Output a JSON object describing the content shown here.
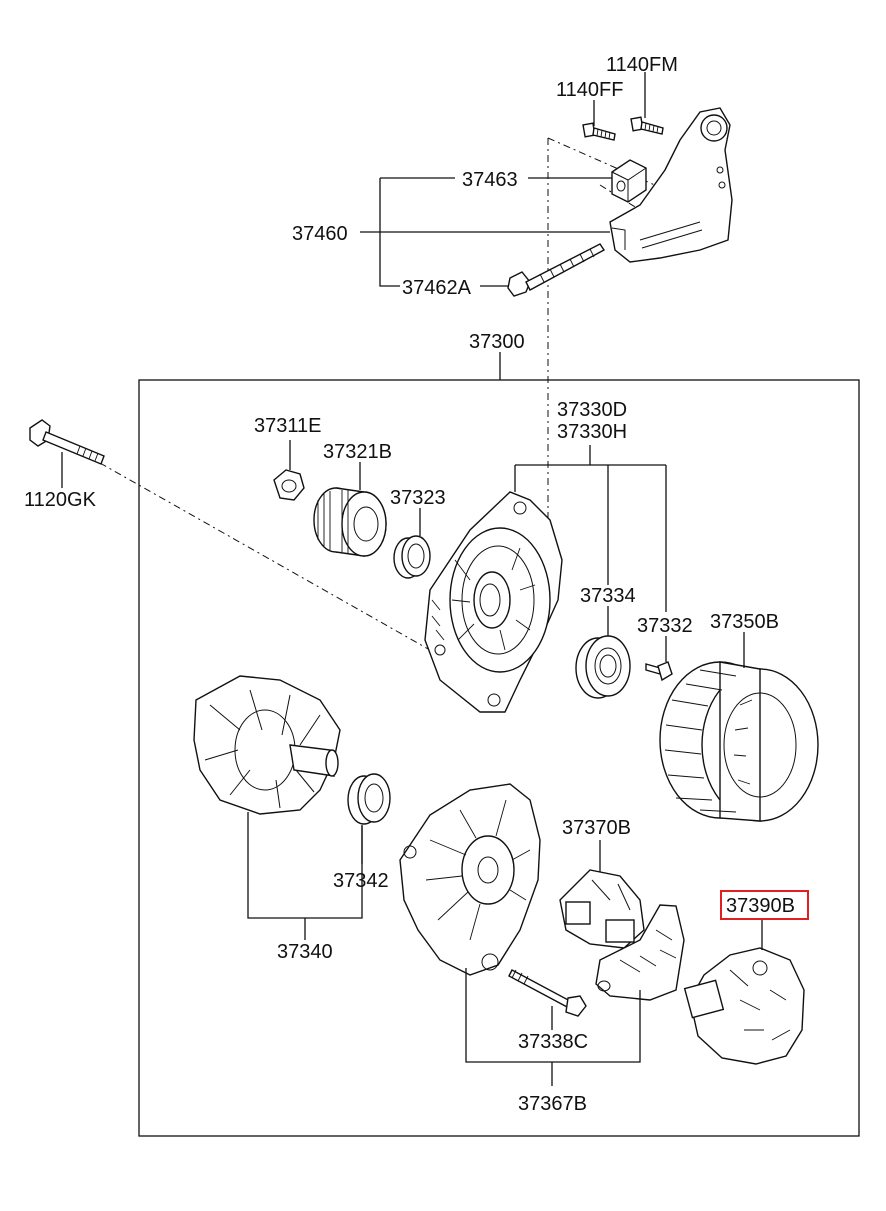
{
  "labels": {
    "bolt_1140FM": "1140FM",
    "bolt_1140FF": "1140FF",
    "nut_37463": "37463",
    "bracket_37460": "37460",
    "bolt_37462A": "37462A",
    "alternator_37300": "37300",
    "bolt_1120GK": "1120GK",
    "nut_37311E": "37311E",
    "pulley_37321B": "37321B",
    "spacer_37323": "37323",
    "front_bracket_37330D": "37330D",
    "front_bracket_37330H": "37330H",
    "bearing_37334": "37334",
    "screw_37332": "37332",
    "stator_37350B": "37350B",
    "rotor_37340": "37340",
    "bearing_37342": "37342",
    "regulator_37370B": "37370B",
    "cover_37390B": "37390B",
    "bolt_37338C": "37338C",
    "rear_bracket_37367B": "37367B"
  },
  "highlight": {
    "part": "37390B",
    "color": "#e02020"
  }
}
